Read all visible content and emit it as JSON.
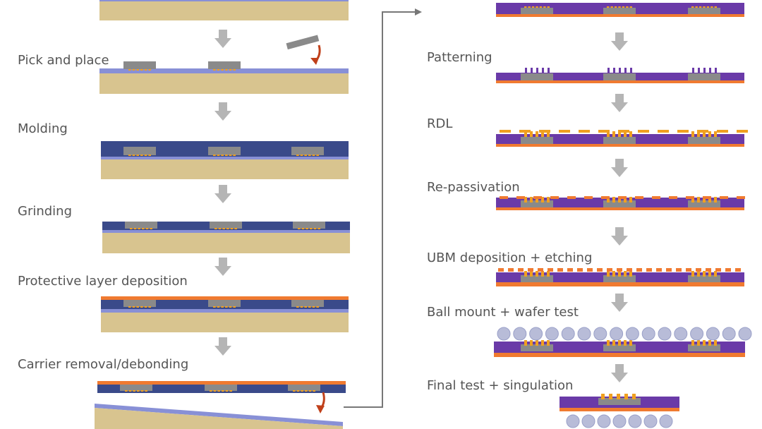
{
  "colors": {
    "substrate": "#d8c48f",
    "carrier_film": "#8890d6",
    "die": "#8a8a8a",
    "pad": "#f0a020",
    "mold": "#3a4a8a",
    "protective": "#f07a30",
    "passivation": "#6a3aa8",
    "bump": "#b8bcd8",
    "arrow": "#b5b5b5",
    "rotate_arrow": "#c0401a",
    "flow_line": "#777777"
  },
  "left_steps": [
    {
      "id": "pick-and-place",
      "label": "Pick and place"
    },
    {
      "id": "molding",
      "label": "Molding"
    },
    {
      "id": "grinding",
      "label": "Grinding"
    },
    {
      "id": "protective-layer",
      "label": "Protective layer deposition"
    },
    {
      "id": "carrier-removal",
      "label": "Carrier removal/debonding"
    }
  ],
  "right_steps": [
    {
      "id": "patterning",
      "label": "Patterning"
    },
    {
      "id": "rdl",
      "label": "RDL"
    },
    {
      "id": "re-passivation",
      "label": "Re-passivation"
    },
    {
      "id": "ubm",
      "label": "UBM deposition + etching"
    },
    {
      "id": "ball-mount",
      "label": "Ball mount + wafer test"
    },
    {
      "id": "final-test",
      "label": "Final test + singulation"
    }
  ]
}
